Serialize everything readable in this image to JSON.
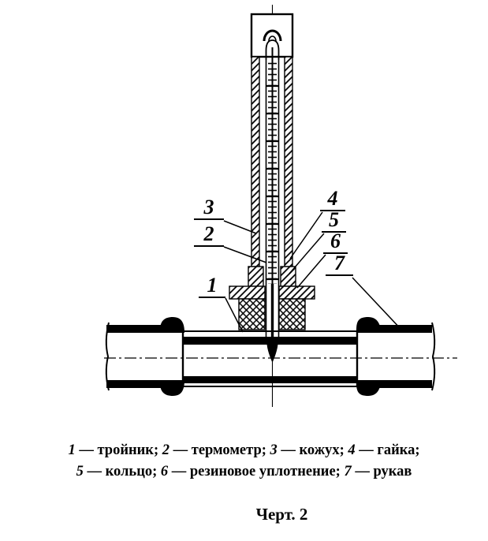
{
  "colors": {
    "ink": "#000000",
    "paper": "#ffffff"
  },
  "callouts": [
    {
      "label": "1"
    },
    {
      "label": "2"
    },
    {
      "label": "3"
    },
    {
      "label": "4"
    },
    {
      "label": "5"
    },
    {
      "label": "6"
    },
    {
      "label": "7"
    }
  ],
  "legend": {
    "line1": [
      {
        "num": "1",
        "rest": " — тройник; "
      },
      {
        "num": "2",
        "rest": " — термометр; "
      },
      {
        "num": "3",
        "rest": " — кожух; "
      },
      {
        "num": "4",
        "rest": " — гайка;"
      }
    ],
    "line2": [
      {
        "num": "5",
        "rest": " — кольцо; "
      },
      {
        "num": "6",
        "rest": " — резиновое уплотнение; "
      },
      {
        "num": "7",
        "rest": " — рукав"
      }
    ]
  },
  "caption": "Черт. 2"
}
